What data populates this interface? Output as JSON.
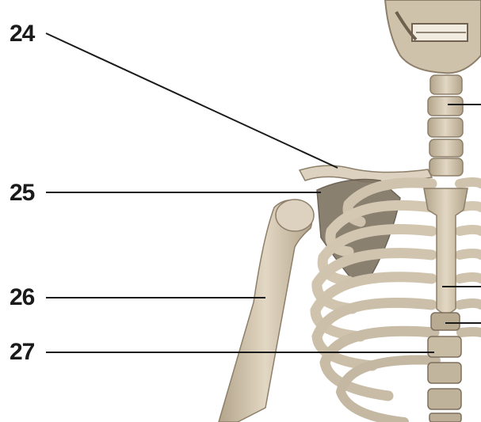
{
  "labels": [
    {
      "id": "24",
      "text": "24"
    },
    {
      "id": "25",
      "text": "25"
    },
    {
      "id": "26",
      "text": "26"
    },
    {
      "id": "27",
      "text": "27"
    }
  ],
  "colors": {
    "background": "#ffffff",
    "bone": "#d9cdb8",
    "bone_shadow": "#a89a82",
    "bone_dark": "#7d6f5c",
    "leader_line": "#1a1a1a",
    "label_text": "#1a1a1a"
  }
}
